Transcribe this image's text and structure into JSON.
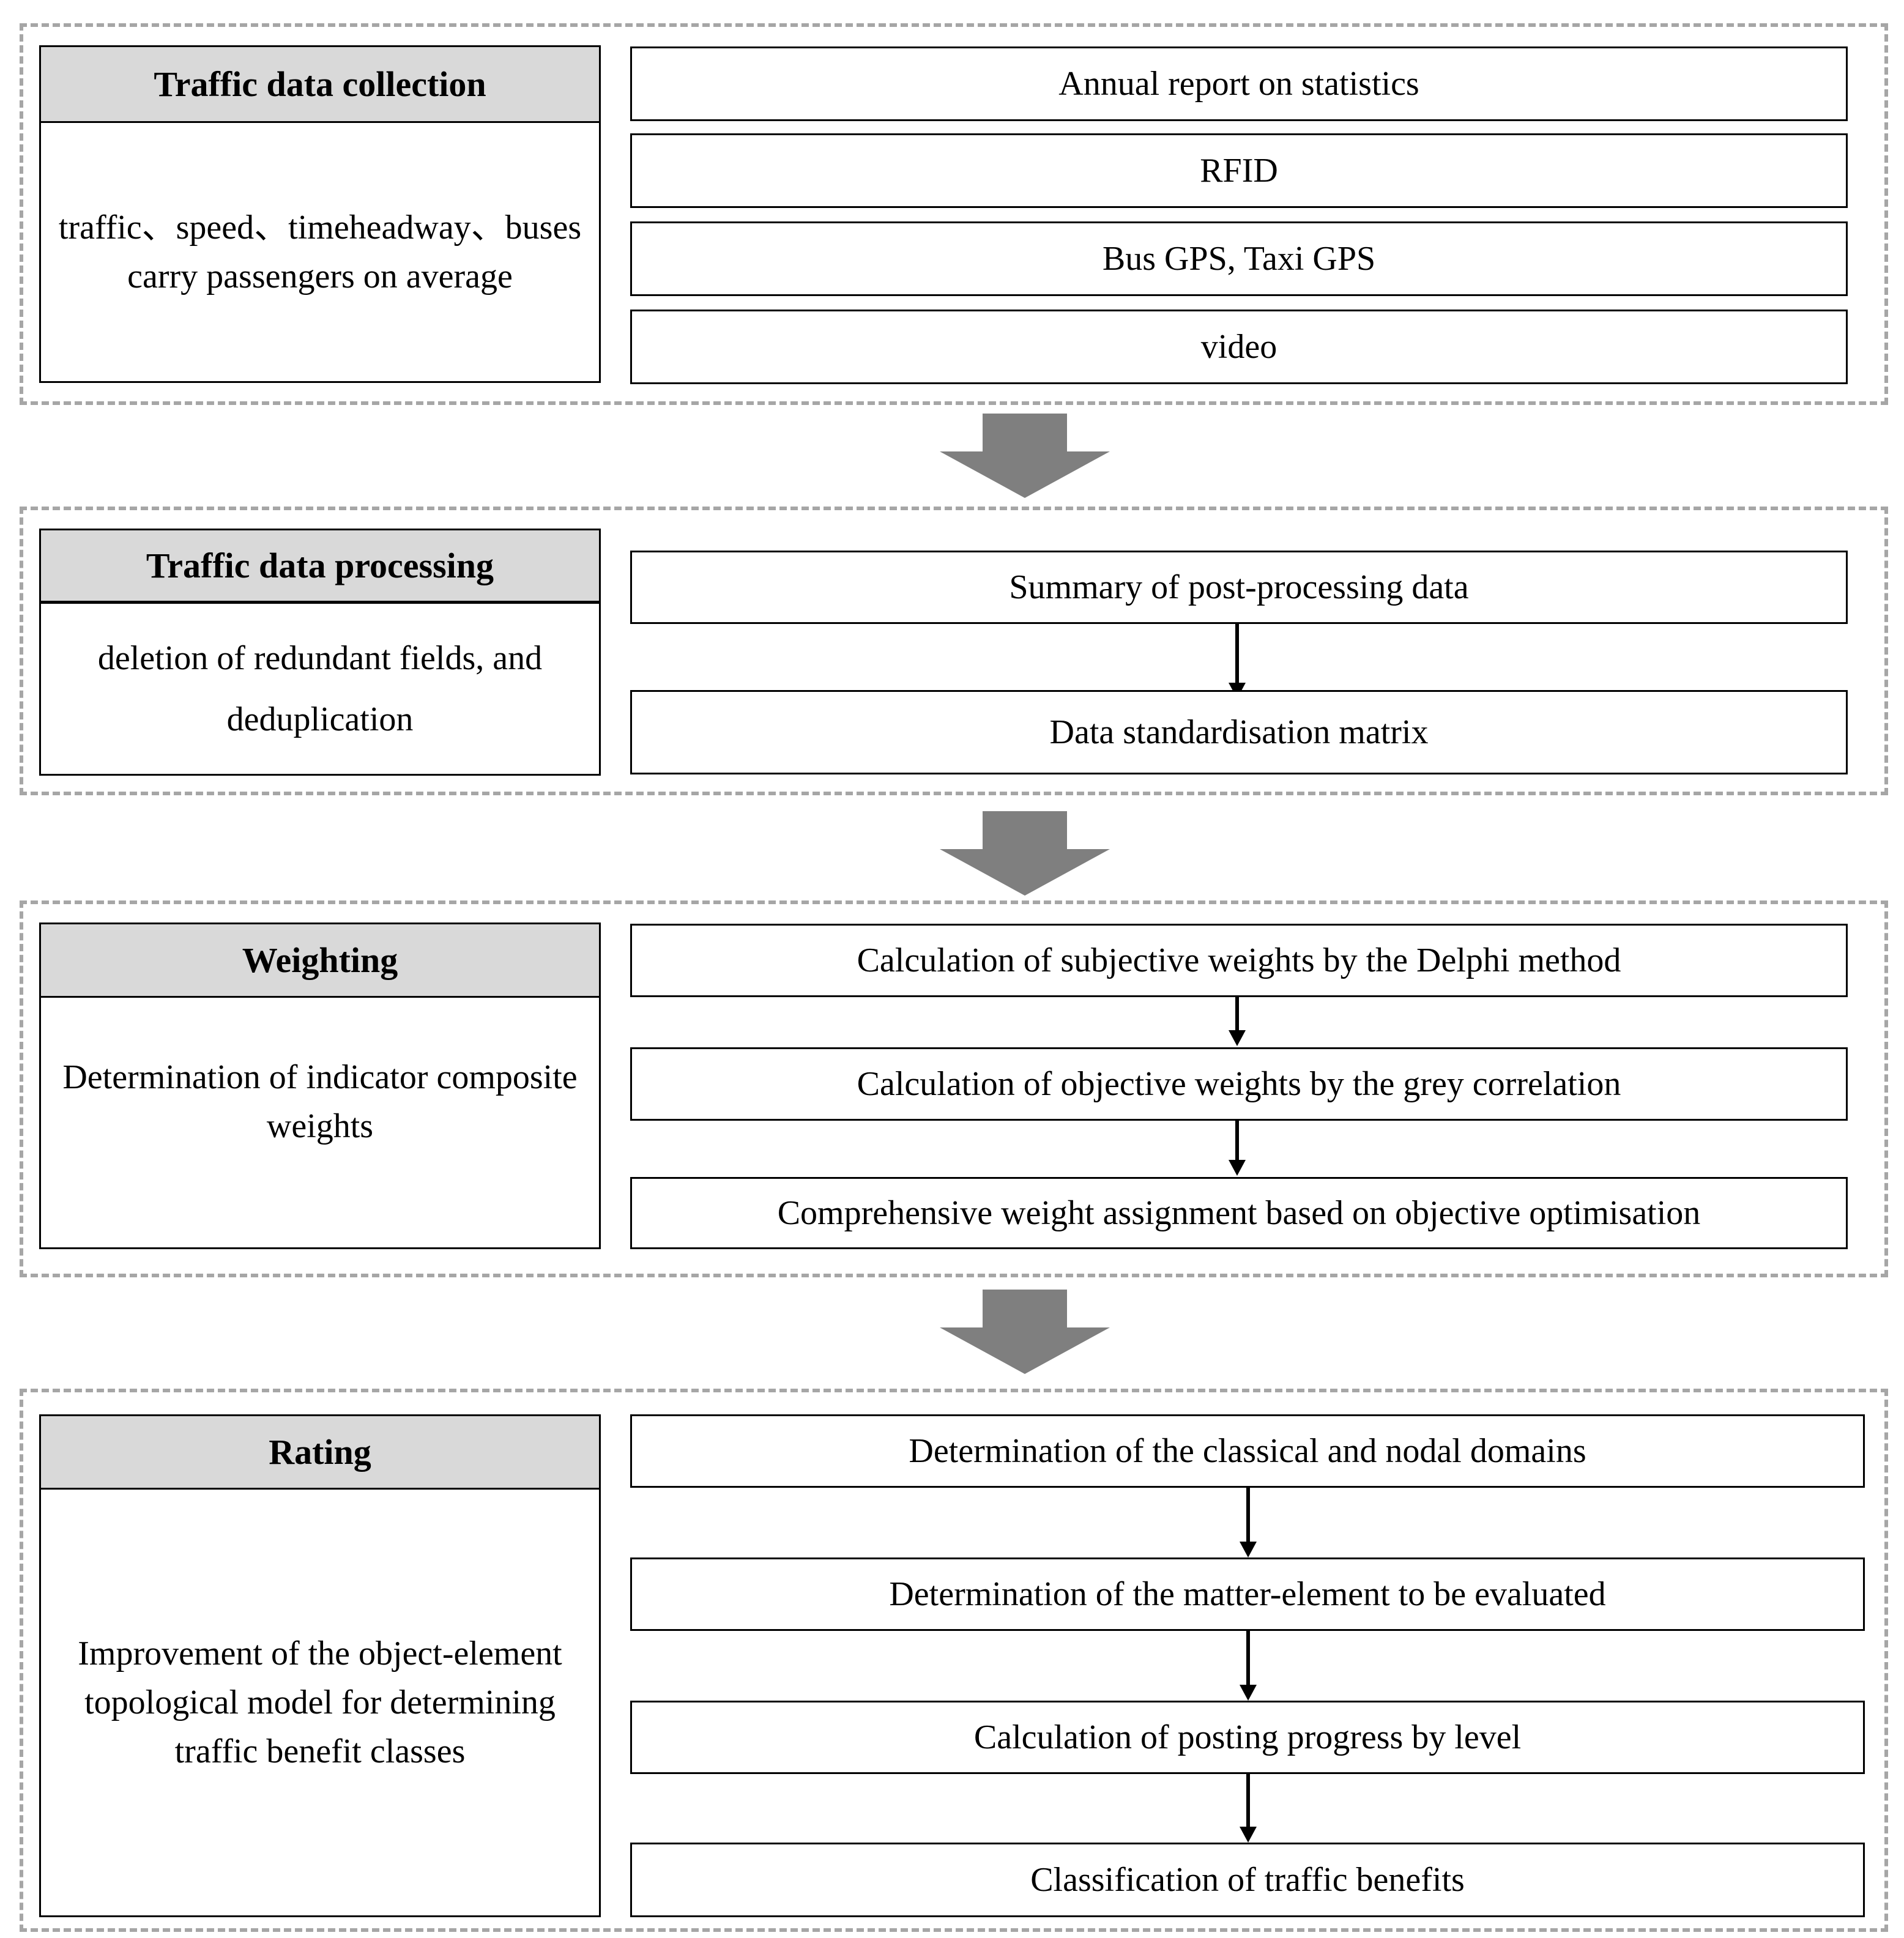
{
  "sections": [
    {
      "title": "Traffic data collection",
      "description": "traffic、speed、timeheadway、buses carry passengers on average",
      "steps": [
        "Annual report on statistics",
        "RFID",
        "Bus GPS, Taxi GPS",
        "video"
      ]
    },
    {
      "title": "Traffic data processing",
      "description": "deletion of redundant fields, and deduplication",
      "steps": [
        "Summary of post-processing data",
        "Data standardisation matrix"
      ]
    },
    {
      "title": "Weighting",
      "description": "Determination of indicator composite weights",
      "steps": [
        "Calculation of subjective weights by the Delphi method",
        "Calculation of objective weights by the grey correlation",
        "Comprehensive weight assignment based on objective optimisation"
      ]
    },
    {
      "title": "Rating",
      "description": "Improvement of the object-element topological model for determining traffic benefit classes",
      "steps": [
        "Determination of the classical and nodal domains",
        "Determination of the matter-element to be evaluated",
        "Calculation of posting progress by level",
        "Classification of traffic benefits"
      ]
    }
  ],
  "colors": {
    "header_fill": "#d9d9d9",
    "dashed_border": "#a6a6a6",
    "big_arrow": "#7f7f7f"
  }
}
